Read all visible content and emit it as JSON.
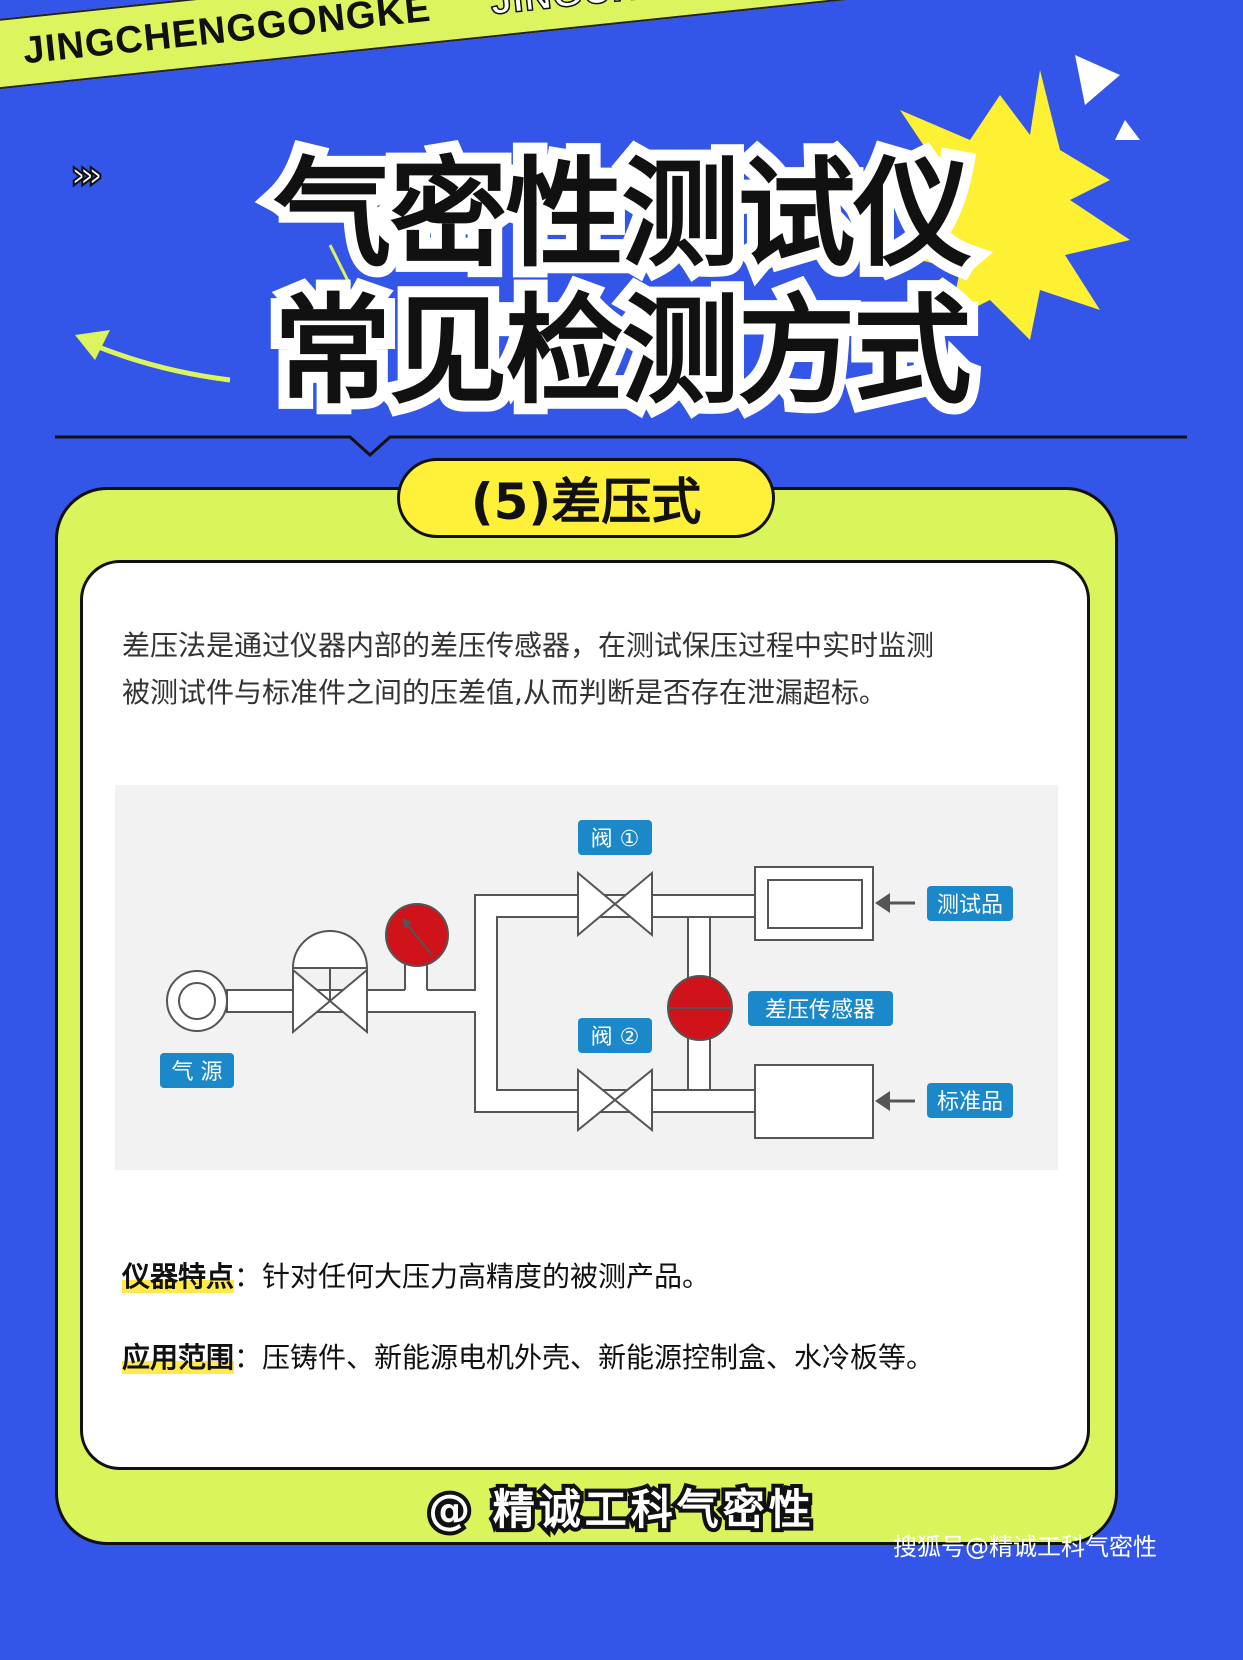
{
  "banner": {
    "brand_text": "JINGCHENGGONGKE"
  },
  "header": {
    "title_line1": "气密性测试仪",
    "title_line2": "常见检测方式",
    "chevrons": "›››"
  },
  "section": {
    "pill_label": "(5)差压式"
  },
  "description": {
    "line1": "差压法是通过仪器内部的差压传感器，在测试保压过程中实时监测",
    "line2": "被测试件与标准件之间的压差值,从而判断是否存在泄漏超标。"
  },
  "diagram": {
    "labels": {
      "source": "气 源",
      "valve1": "阀 ①",
      "valve2": "阀 ②",
      "test_part": "测试品",
      "sensor": "差压传感器",
      "standard_part": "标准品"
    },
    "colors": {
      "label_bg": "#1a88c9",
      "gauge": "#d0121b",
      "panel": "#f2f2f2"
    }
  },
  "features": {
    "label1": "仪器特点",
    "text1": "：针对任何大压力高精度的被测产品。",
    "label2": "应用范围",
    "text2": "：压铸件、新能源电机外壳、新能源控制盒、水冷板等。"
  },
  "footer": {
    "text": "@ 精诚工科气密性",
    "source": "搜狐号@精诚工科气密性"
  },
  "colors": {
    "background": "#3355e8",
    "lime": "#daf45c",
    "yellow": "#fff03a"
  }
}
